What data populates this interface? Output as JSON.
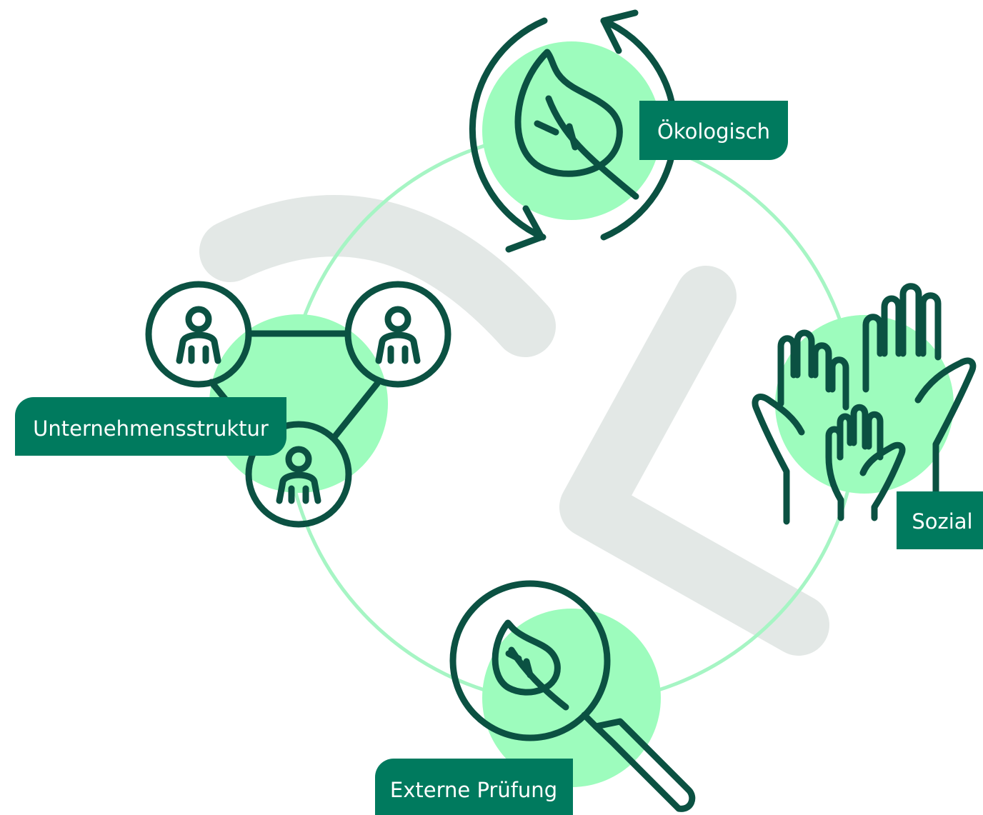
{
  "diagram": {
    "colors": {
      "dark": "#0b5142",
      "label_bg": "#007a5e",
      "ring": "#a6f5c4",
      "blob": "#9dfcbd",
      "watermark": "#e3e8e6"
    },
    "nodes": [
      {
        "id": "oekologisch",
        "label": "Ökologisch",
        "icon": "leaf-cycle-icon"
      },
      {
        "id": "sozial",
        "label": "Sozial",
        "icon": "raised-hands-icon"
      },
      {
        "id": "externe-pruefung",
        "label": "Externe Prüfung",
        "icon": "magnifier-leaf-icon"
      },
      {
        "id": "unternehmensstruktur",
        "label": "Unternehmensstruktur",
        "icon": "people-network-icon"
      }
    ]
  }
}
